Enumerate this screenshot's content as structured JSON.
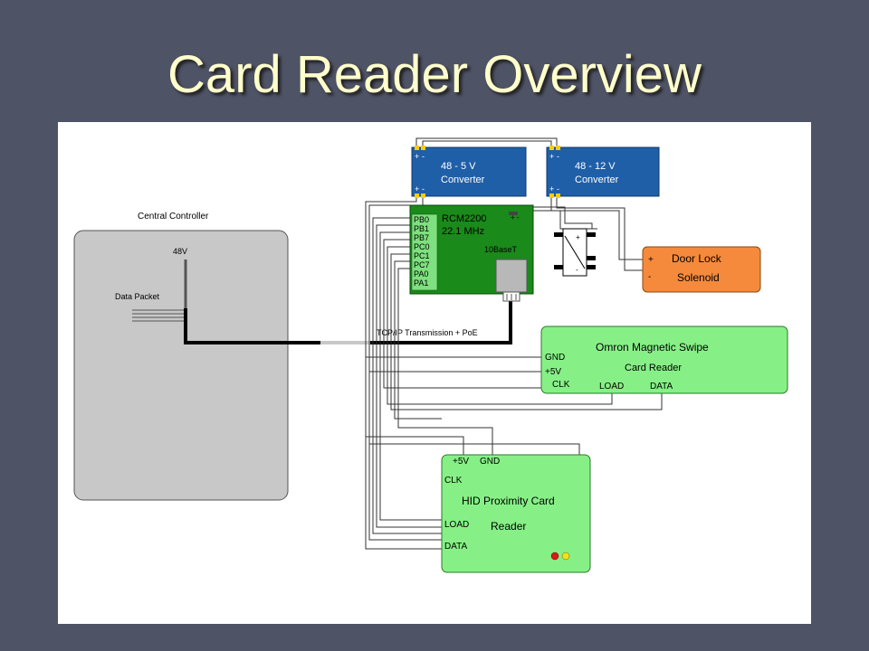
{
  "slide": {
    "title": "Card Reader Overview"
  },
  "diagram": {
    "central_controller": {
      "title": "Central Controller",
      "v48": "48V",
      "data_packet": "Data Packet"
    },
    "converter_5v": {
      "line1": "48 - 5 V",
      "line2": "Converter",
      "plus": "+",
      "minus": "-"
    },
    "converter_12v": {
      "line1": "48 - 12 V",
      "line2": "Converter",
      "plus": "+",
      "minus": "-"
    },
    "rcm": {
      "name": "RCM2200",
      "freq": "22.1 MHz",
      "ethernet": "10BaseT",
      "pins": [
        "PB0",
        "PB1",
        "PB7",
        "PC0",
        "PC1",
        "PC7",
        "PA0",
        "PA1"
      ],
      "pm": "+ -"
    },
    "door_lock": {
      "line1": "Door Lock",
      "line2": "Solenoid",
      "plus": "+",
      "minus": "-"
    },
    "omron": {
      "line1": "Omron Magnetic Swipe",
      "line2": "Card Reader",
      "gnd": "GND",
      "v5": "+5V",
      "clk": "CLK",
      "load": "LOAD",
      "data": "DATA"
    },
    "hid": {
      "line1": "HID Proximity Card",
      "line2": "Reader",
      "v5": "+5V",
      "gnd": "GND",
      "clk": "CLK",
      "load": "LOAD",
      "data": "DATA"
    },
    "tcpip": "TCP/IP Transmission + PoE"
  }
}
